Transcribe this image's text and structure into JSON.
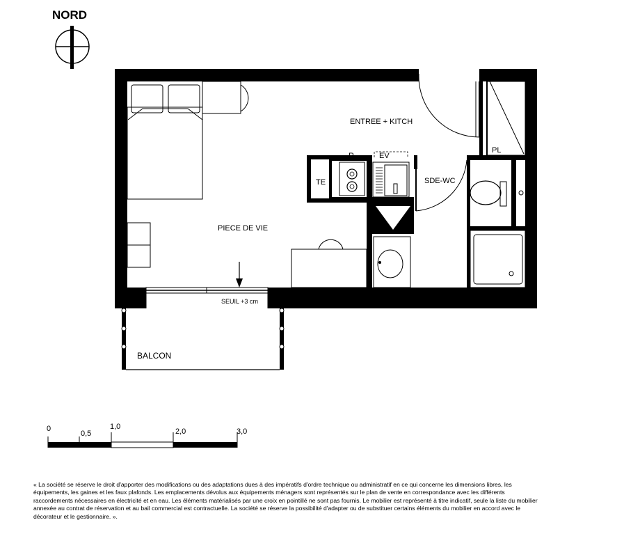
{
  "compass": {
    "label": "NORD"
  },
  "rooms": {
    "entree": "ENTREE + KITCH",
    "piece": "PIECE DE VIE",
    "sde": "SDE-WC",
    "placard": "PL",
    "te": "TE",
    "frigo": "R",
    "evier": "EV",
    "balcon": "BALCON"
  },
  "seuil": "SEUIL +3 cm",
  "scale_bar": {
    "labels": [
      "0",
      "0,5",
      "1,0",
      "2,0",
      "3,0"
    ]
  },
  "disclaimer": [
    "« La société se réserve le droit d'apporter des modifications ou des adaptations dues à des impératifs d'ordre technique ou administratif en ce qui concerne les dimensions libres, les",
    "équipements, les gaines et les faux plafonds. Les emplacements dévolus aux équipements ménagers sont représentés sur le plan de vente en correspondance avec les différents",
    "raccordements nécessaires en électricité et en eau. Les éléments matérialisés par une croix en pointillé ne sont pas fournis. Le mobilier est représenté à titre indicatif, seule la liste du mobilier",
    "annexée au contrat de réservation et au bail commercial est contractuelle. La société se réserve la possibilité d'adapter ou de substituer certains éléments du mobilier en accord avec le",
    "décorateur et le gestionnaire. »."
  ]
}
